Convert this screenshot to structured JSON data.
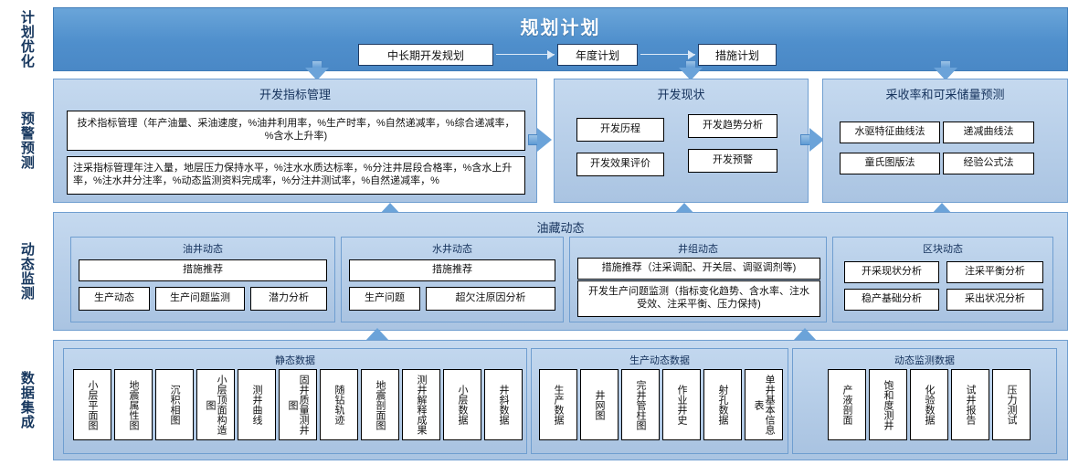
{
  "rail": {
    "items": [
      {
        "label": "计划优化"
      },
      {
        "label": "预警预测"
      },
      {
        "label": "动态监测"
      },
      {
        "label": "数据集成"
      }
    ]
  },
  "header": {
    "title": "规划计划",
    "flow": [
      {
        "label": "中长期开发规划"
      },
      {
        "label": "年度计划"
      },
      {
        "label": "措施计划"
      }
    ]
  },
  "row_forecast": {
    "dev_index": {
      "title": "开发指标管理",
      "items": [
        {
          "label": "技术指标管理（年产油量、采油速度，%油井利用率，%生产时率，%自然递减率，%综合递减率，%含水上升率)"
        },
        {
          "label": "注采指标管理年注入量，地层压力保持水平，%注水水质达标率，%分注井层段合格率，%含水上升率，%注水井分注率，%动态监测资料完成率，%分注井测试率，%自然递减率，%"
        }
      ]
    },
    "dev_status": {
      "title": "开发现状",
      "items": [
        {
          "label": "开发历程"
        },
        {
          "label": "开发趋势分析"
        },
        {
          "label": "开发效果评价"
        },
        {
          "label": "开发预警"
        }
      ]
    },
    "recovery": {
      "title": "采收率和可采储量预测",
      "items": [
        {
          "label": "水驱特征曲线法"
        },
        {
          "label": "递减曲线法"
        },
        {
          "label": "童氏图版法"
        },
        {
          "label": "经验公式法"
        }
      ]
    }
  },
  "row_reservoir": {
    "title": "油藏动态",
    "groups": [
      {
        "title": "油井动态",
        "wide": [
          {
            "label": "措施推荐"
          }
        ],
        "items": [
          {
            "label": "生产动态"
          },
          {
            "label": "生产问题监测"
          },
          {
            "label": "潜力分析"
          }
        ]
      },
      {
        "title": "水井动态",
        "wide": [
          {
            "label": "措施推荐"
          }
        ],
        "items": [
          {
            "label": "生产问题"
          },
          {
            "label": "超欠注原因分析"
          }
        ]
      },
      {
        "title": "井组动态",
        "wide": [
          {
            "label": "措施推荐（注采调配、开关层、调驱调剂等)"
          },
          {
            "label": "开发生产问题监测（指标变化趋势、含水率、注水受效、注采平衡、压力保持)"
          }
        ],
        "items": []
      },
      {
        "title": "区块动态",
        "wide": [],
        "items": [
          {
            "label": "开采现状分析"
          },
          {
            "label": "注采平衡分析"
          },
          {
            "label": "稳产基础分析"
          },
          {
            "label": "采出状况分析"
          }
        ]
      }
    ]
  },
  "row_data": {
    "groups": [
      {
        "title": "静态数据",
        "items": [
          {
            "label": "小层平面图"
          },
          {
            "label": "地震属性图"
          },
          {
            "label": "沉积相图"
          },
          {
            "label": "小层顶面构造图"
          },
          {
            "label": "测井曲线"
          },
          {
            "label": "固井质量测井图"
          },
          {
            "label": "随钻轨迹"
          },
          {
            "label": "地震剖面图"
          },
          {
            "label": "测井解释成果"
          },
          {
            "label": "小层数据"
          },
          {
            "label": "井斜数据"
          }
        ]
      },
      {
        "title": "生产动态数据",
        "items": [
          {
            "label": "生产数据"
          },
          {
            "label": "井网图"
          },
          {
            "label": "完井管柱图"
          },
          {
            "label": "作业井史"
          },
          {
            "label": "射孔数据"
          },
          {
            "label": "单井基本信息表"
          }
        ]
      },
      {
        "title": "动态监测数据",
        "items": [
          {
            "label": "产液剖面"
          },
          {
            "label": "饱和度测井"
          },
          {
            "label": "化验数据"
          },
          {
            "label": "试井报告"
          },
          {
            "label": "压力测试"
          }
        ]
      }
    ]
  },
  "icons": {
    "arrow_down": "arrow-down-icon",
    "arrow_up": "arrow-up-icon",
    "arrow_right": "arrow-right-icon"
  },
  "colors": {
    "header_blue": "#4f8fcc",
    "panel_blue": "#b8cce4",
    "arrow_blue": "#6ba3d9",
    "rail_text": "#17375e"
  }
}
